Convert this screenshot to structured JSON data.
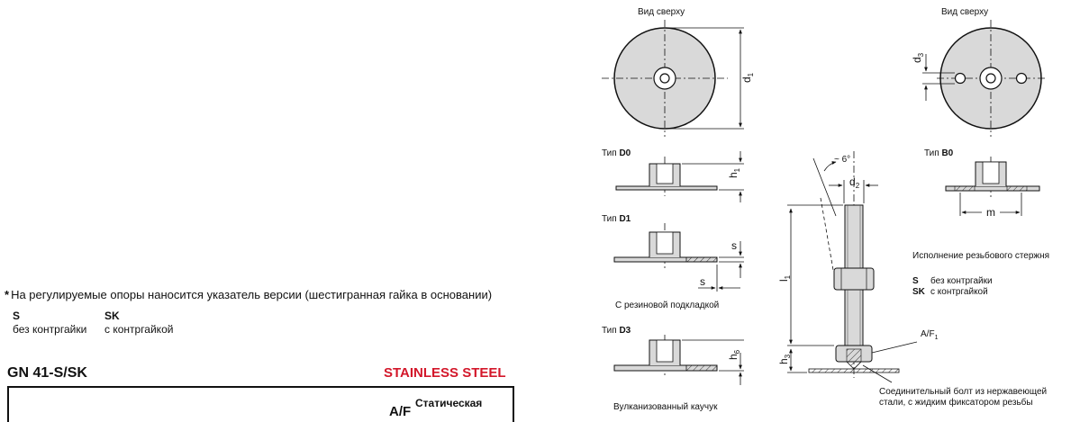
{
  "note": {
    "star": "*",
    "text": "На регулируемые опоры наносится указатель версии (шестигранная гайка в основании)"
  },
  "versions": [
    {
      "code": "S",
      "desc": "без контргайки"
    },
    {
      "code": "SK",
      "desc": "с контргайкой"
    }
  ],
  "product": {
    "title": "GN 41-S/SK",
    "material": "STAINLESS STEEL"
  },
  "table_header": {
    "af": "A/F",
    "static": "Статическая"
  },
  "drawing": {
    "top_view_1": "Вид сверху",
    "top_view_2": "Вид сверху",
    "type_prefix": "Тип",
    "type_d0": "D0",
    "type_d1": "D1",
    "type_d3": "D3",
    "type_b0": "B0",
    "rubber_pad": "С резиновой подкладкой",
    "vulcanized": "Вулканизованный каучук",
    "angle": "~ 6°",
    "rod_title": "Исполнение резьбового стержня",
    "rod_s_code": "S",
    "rod_s_desc": "без контргайки",
    "rod_sk_code": "SK",
    "rod_sk_desc": "с контргайкой",
    "bolt_line1": "Соединительный болт из нержавеющей",
    "bolt_line2": "стали, с жидким фиксатором резьбы",
    "dims": {
      "d1": "d",
      "d1_sub": "1",
      "d2": "d",
      "d2_sub": "2",
      "d3": "d",
      "d3_sub": "3",
      "h1": "h",
      "h1_sub": "1",
      "h3": "h",
      "h3_sub": "3",
      "h6": "h",
      "h6_sub": "6",
      "s1": "s",
      "s2": "s",
      "l1": "l",
      "l1_sub": "1",
      "m": "m",
      "af": "A/F",
      "af_sub": "1"
    }
  }
}
